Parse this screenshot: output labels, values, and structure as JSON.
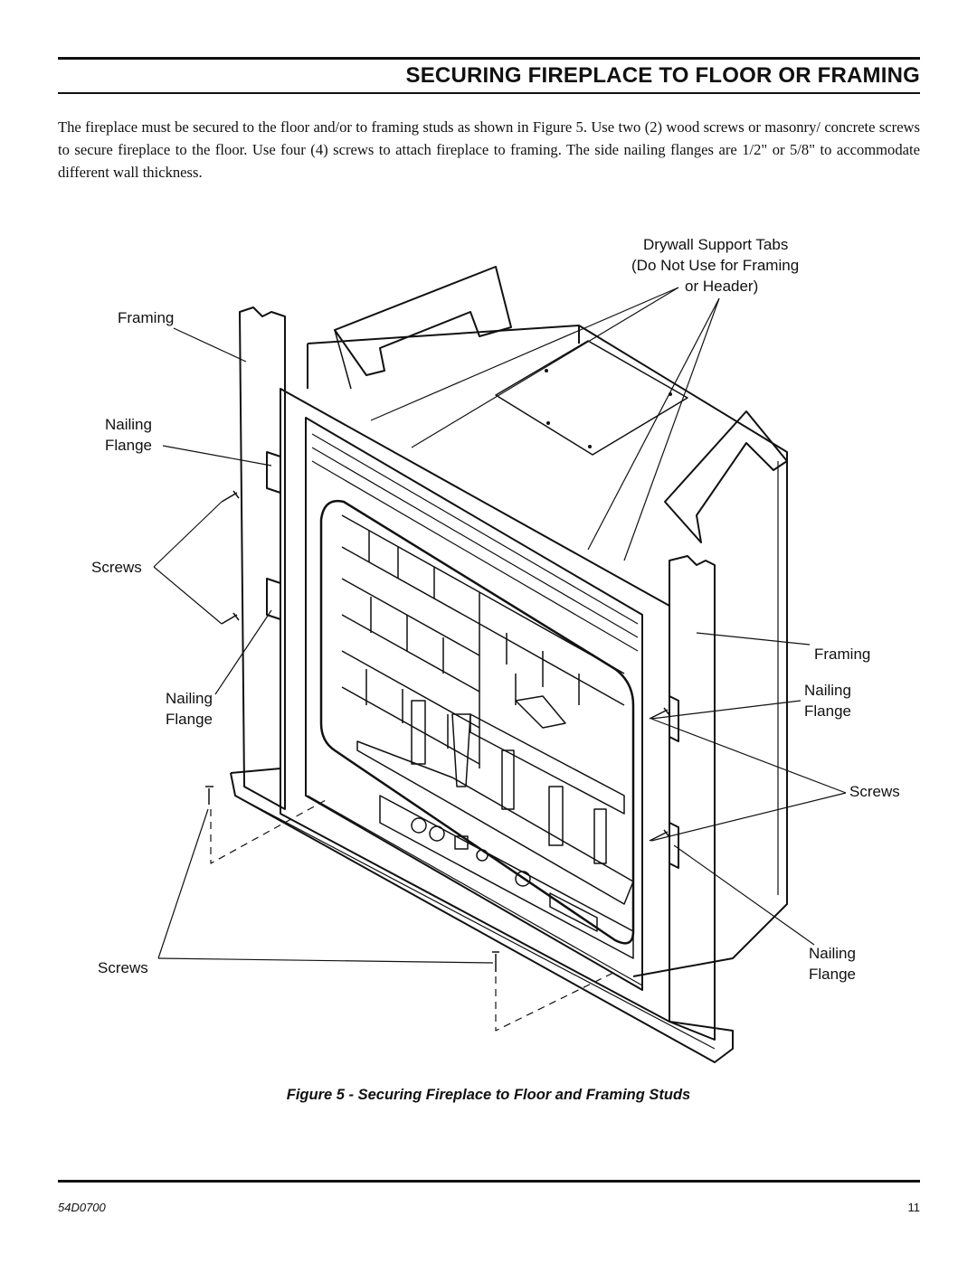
{
  "header": {
    "title": "SECURING FIREPLACE TO FLOOR OR FRAMING"
  },
  "body": {
    "intro": "The fireplace must be secured to the floor and/or to framing studs as shown in Figure 5. Use two (2) wood screws or masonry/ concrete screws to secure fireplace to the floor. Use four (4) screws to attach fireplace to framing. The side nailing flanges are 1/2\" or 5/8\" to accommodate different wall thickness."
  },
  "figure": {
    "labels": {
      "drywall_tabs_1": "Drywall Support Tabs",
      "drywall_tabs_2": "(Do Not Use for Framing",
      "drywall_tabs_3": "or Header)",
      "framing_left": "Framing",
      "nailing_left_upper_1": "Nailing",
      "nailing_left_upper_2": "Flange",
      "screws_left_upper": "Screws",
      "nailing_left_lower_1": "Nailing",
      "nailing_left_lower_2": "Flange",
      "screws_left_lower": "Screws",
      "framing_right": "Framing",
      "nailing_right_upper_1": "Nailing",
      "nailing_right_upper_2": "Flange",
      "screws_right": "Screws",
      "nailing_right_lower_1": "Nailing",
      "nailing_right_lower_2": "Flange"
    },
    "caption": "Figure 5 - Securing Fireplace to Floor and Framing Studs"
  },
  "footer": {
    "doc_number": "54D0700",
    "page_number": "11"
  }
}
